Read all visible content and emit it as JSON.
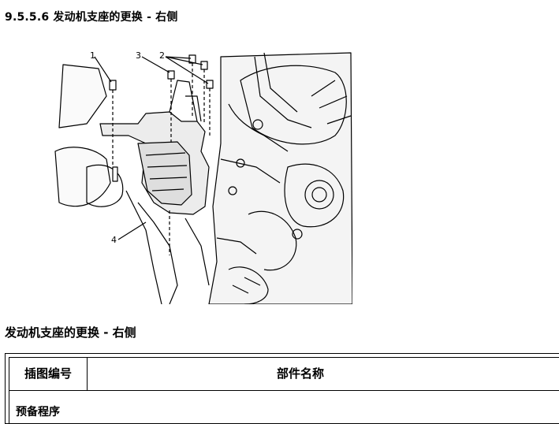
{
  "page": {
    "heading": "9.5.5.6 发动机支座的更换 - 右侧",
    "subheading": "发动机支座的更换 - 右侧"
  },
  "figure": {
    "callouts": [
      "1",
      "2",
      "3",
      "4"
    ]
  },
  "table": {
    "col_illustration": "插图编号",
    "col_part_name": "部件名称",
    "prep_label": "预备程序"
  }
}
